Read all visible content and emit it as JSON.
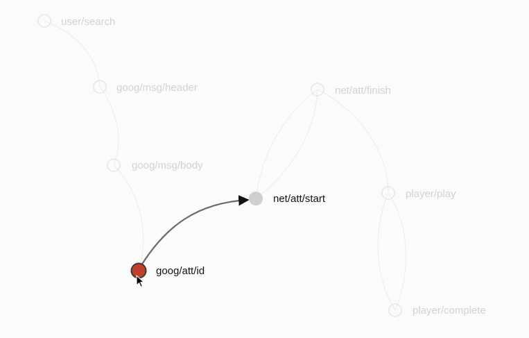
{
  "graph": {
    "nodes": [
      {
        "id": "user-search",
        "label": "user/search",
        "state": "faded"
      },
      {
        "id": "goog-msg-header",
        "label": "goog/msg/header",
        "state": "faded"
      },
      {
        "id": "goog-msg-body",
        "label": "goog/msg/body",
        "state": "faded"
      },
      {
        "id": "goog-att-id",
        "label": "goog/att/id",
        "state": "selected"
      },
      {
        "id": "net-att-start",
        "label": "net/att/start",
        "state": "target"
      },
      {
        "id": "net-att-finish",
        "label": "net/att/finish",
        "state": "faded"
      },
      {
        "id": "player-play",
        "label": "player/play",
        "state": "faded"
      },
      {
        "id": "player-complete",
        "label": "player/complete",
        "state": "faded"
      }
    ],
    "edges": [
      {
        "from": "user-search",
        "to": "goog-msg-header",
        "state": "faded"
      },
      {
        "from": "goog-msg-header",
        "to": "goog-msg-body",
        "state": "faded"
      },
      {
        "from": "goog-msg-body",
        "to": "goog-att-id",
        "state": "faded"
      },
      {
        "from": "goog-att-id",
        "to": "net-att-start",
        "state": "active"
      },
      {
        "from": "net-att-start",
        "to": "net-att-finish",
        "state": "faded"
      },
      {
        "from": "net-att-finish",
        "to": "net-att-start",
        "state": "faded"
      },
      {
        "from": "net-att-finish",
        "to": "player-play",
        "state": "faded"
      },
      {
        "from": "player-play",
        "to": "player-complete",
        "state": "faded"
      },
      {
        "from": "player-complete",
        "to": "player-play",
        "state": "faded"
      }
    ]
  },
  "colors": {
    "selected_fill": "#c0402b",
    "selected_stroke": "#3a3a3a",
    "target_fill": "#cfcfcf",
    "active_label": "#111111",
    "active_edge": "#6b6b6b"
  }
}
